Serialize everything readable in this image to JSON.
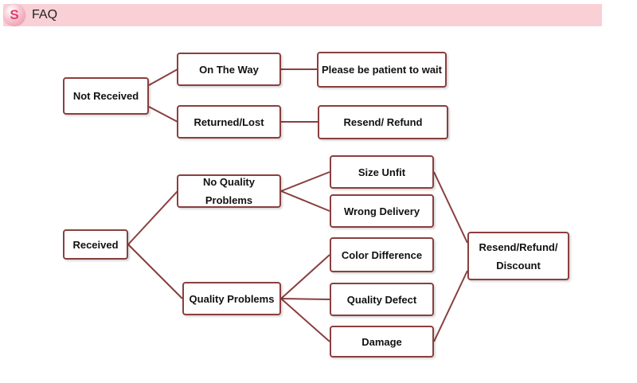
{
  "header": {
    "logo_letter": "S",
    "title": "FAQ"
  },
  "diagram": {
    "not_received": "Not Received",
    "on_the_way": "On The Way",
    "please_be_patient": "Please be patient to wait",
    "returned_lost": "Returned/Lost",
    "resend_refund": "Resend/ Refund",
    "received": "Received",
    "no_quality_problems": "No Quality Problems",
    "quality_problems": "Quality Problems",
    "size_unfit": "Size Unfit",
    "wrong_delivery": "Wrong Delivery",
    "color_difference": "Color Difference",
    "quality_defect": "Quality Defect",
    "damage": "Damage",
    "resend_refund_discount_line1": "Resend/Refund/",
    "resend_refund_discount_line2": "Discount"
  },
  "colors": {
    "header_bg": "#f9d0d6",
    "box_border": "#8a3f3f",
    "connector": "#8a3f3f"
  }
}
